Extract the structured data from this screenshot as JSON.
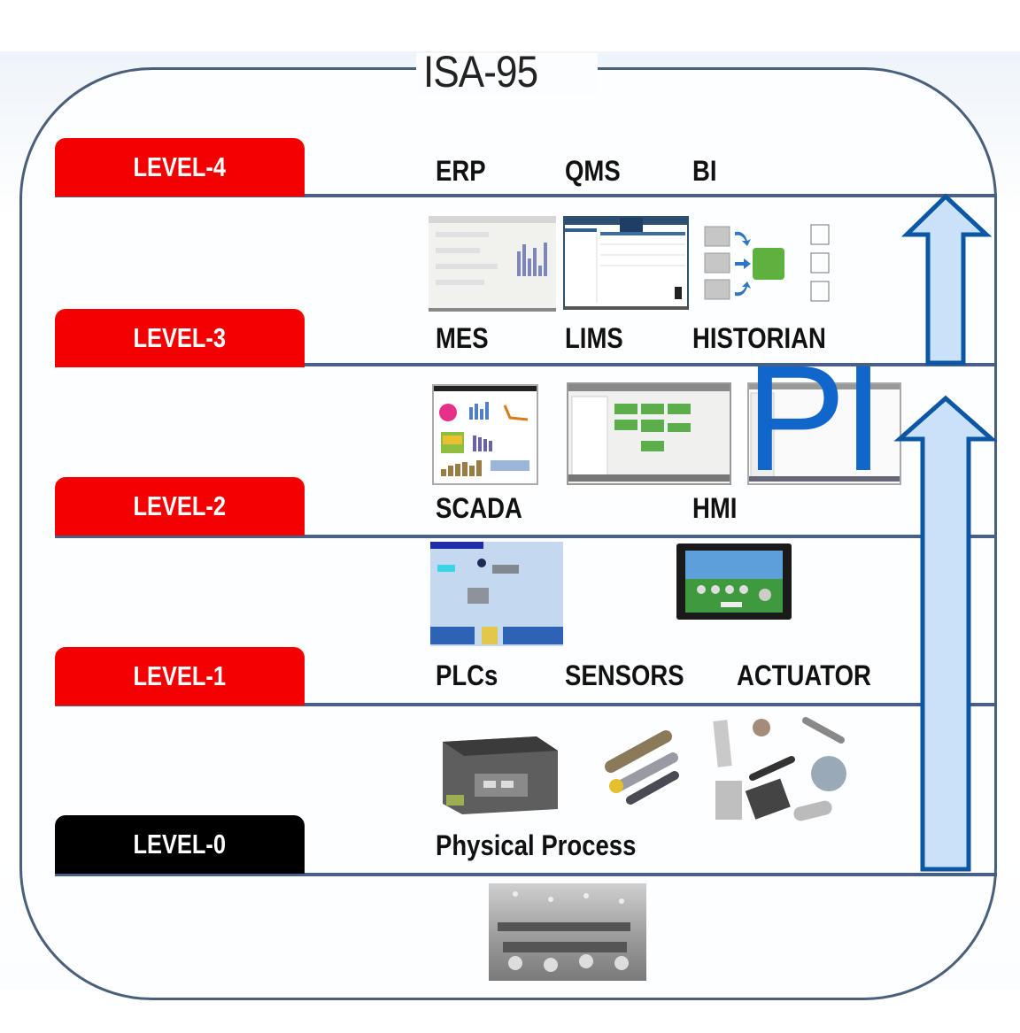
{
  "diagram": {
    "title": "ISA-95",
    "levels": [
      {
        "label": "LEVEL-4",
        "color": "#f30000",
        "items": [
          "ERP",
          "QMS",
          "BI"
        ]
      },
      {
        "label": "LEVEL-3",
        "color": "#f30000",
        "items": [
          "MES",
          "LIMS",
          "HISTORIAN"
        ]
      },
      {
        "label": "LEVEL-2",
        "color": "#f30000",
        "items": [
          "SCADA",
          "HMI"
        ]
      },
      {
        "label": "LEVEL-1",
        "color": "#f30000",
        "items": [
          "PLCs",
          "SENSORS",
          "ACTUATOR"
        ]
      },
      {
        "label": "LEVEL-0",
        "color": "#000000",
        "items": [
          "Physical Process"
        ]
      }
    ],
    "overlay_label": "PI",
    "overlay_color": "#1166cc",
    "arrow_fill": "#c9e2fa",
    "arrow_stroke": "#0b57a4",
    "thumbnails": [
      "mes-screenshot",
      "lims-screenshot",
      "historian-diagram",
      "scada-dashboard",
      "hmi-screenshot-1",
      "hmi-screenshot-2",
      "plc-screen",
      "hmi-panel-device",
      "plc-hardware",
      "sensors-photo",
      "actuators-photo",
      "factory-floor-photo"
    ]
  }
}
